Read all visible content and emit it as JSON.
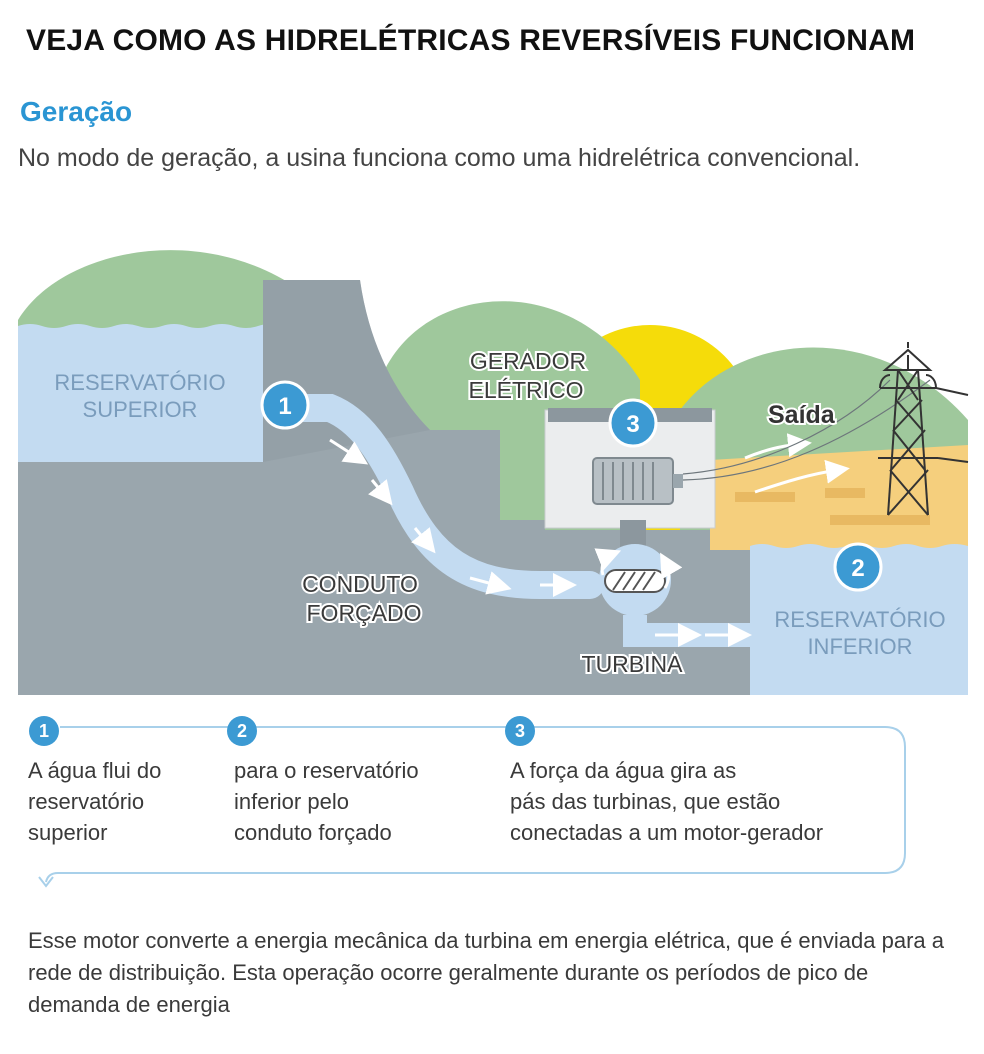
{
  "title": "VEJA COMO AS HIDRELÉTRICAS REVERSÍVEIS FUNCIONAM",
  "section": {
    "title": "Geração",
    "description": "No modo de geração, a usina funciona como uma hidrelétrica convencional."
  },
  "diagram": {
    "labels": {
      "upper_reservoir": [
        "RESERVATÓRIO",
        "SUPERIOR"
      ],
      "generator": [
        "GERADOR",
        "ELÉTRICO"
      ],
      "output": "Saída",
      "penstock": [
        "CONDUTO",
        "FORÇADO"
      ],
      "turbine": "TURBINA",
      "lower_reservoir": [
        "RESERVATÓRIO",
        "INFERIOR"
      ]
    },
    "badges": {
      "one": "1",
      "two": "2",
      "three": "3"
    },
    "colors": {
      "water": "#c3dbf1",
      "water_text": "#7a9cbc",
      "hill": "#9fc89c",
      "rock": "#9aa6ad",
      "rock_dark": "#8c979e",
      "sand": "#f5cf7d",
      "sun": "#f5dc0a",
      "badge": "#3c9ad3"
    },
    "icons": [
      "arrow-icon",
      "transmission-tower-icon",
      "motor-icon",
      "turbine-icon"
    ]
  },
  "steps": [
    {
      "number": "1",
      "text": "A água flui do\nreservatório\nsuperior"
    },
    {
      "number": "2",
      "text": "para o reservatório\ninferior pelo\nconduto forçado"
    },
    {
      "number": "3",
      "text": "A força da água gira as\npás das turbinas, que estão\nconectadas a um motor-gerador"
    }
  ],
  "footer": "Esse motor converte a energia mecânica da turbina em energia elétrica, que é enviada para a rede de distribuição. Esta operação ocorre geralmente durante os períodos de pico de demanda de energia"
}
